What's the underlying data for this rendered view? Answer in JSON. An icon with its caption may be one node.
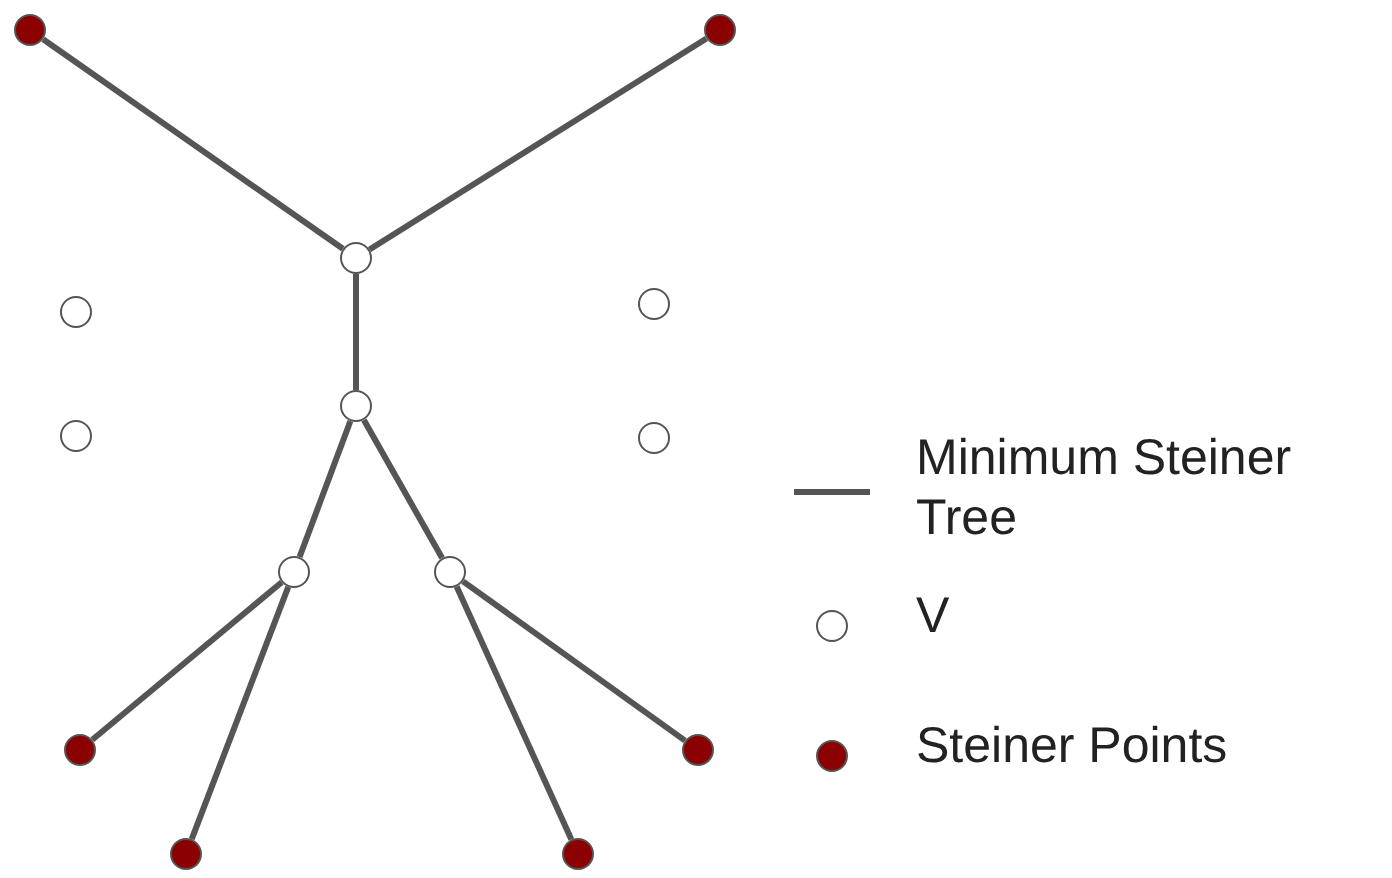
{
  "diagram": {
    "nodes": [
      {
        "text": [],
        "shape": "circle"
      },
      {
        "text": [],
        "shape": "circle"
      },
      {
        "text": [],
        "shape": "circle"
      },
      {
        "text": [],
        "shape": "circle"
      },
      {
        "text": [],
        "shape": "circle"
      },
      {
        "text": [],
        "shape": "circle"
      },
      {
        "text": [],
        "shape": "circle"
      },
      {
        "text": [],
        "shape": "circle"
      },
      {
        "text": [],
        "shape": "circle"
      },
      {
        "text": [],
        "shape": "circle"
      },
      {
        "text": [],
        "shape": "circle"
      },
      {
        "text": [],
        "shape": "circle"
      },
      {
        "text": [],
        "shape": "circle"
      },
      {
        "text": [],
        "shape": "circle"
      }
    ],
    "edges": [
      {
        "from": 0,
        "to": 2,
        "arrow": "none"
      },
      {
        "from": 1,
        "to": 2,
        "arrow": "none"
      },
      {
        "from": 2,
        "to": 5,
        "arrow": "none"
      },
      {
        "from": 5,
        "to": 8,
        "arrow": "none"
      },
      {
        "from": 5,
        "to": 9,
        "arrow": "none"
      },
      {
        "from": 8,
        "to": 10,
        "arrow": "none"
      },
      {
        "from": 8,
        "to": 12,
        "arrow": "none"
      },
      {
        "from": 9,
        "to": 13,
        "arrow": "none"
      },
      {
        "from": 9,
        "to": 11,
        "arrow": "none"
      }
    ],
    "legend": [
      {
        "text": "Minimum Steiner Tree"
      },
      {
        "text": "V"
      },
      {
        "text": "Steiner Points",
        "color": "#8b0000"
      }
    ]
  }
}
